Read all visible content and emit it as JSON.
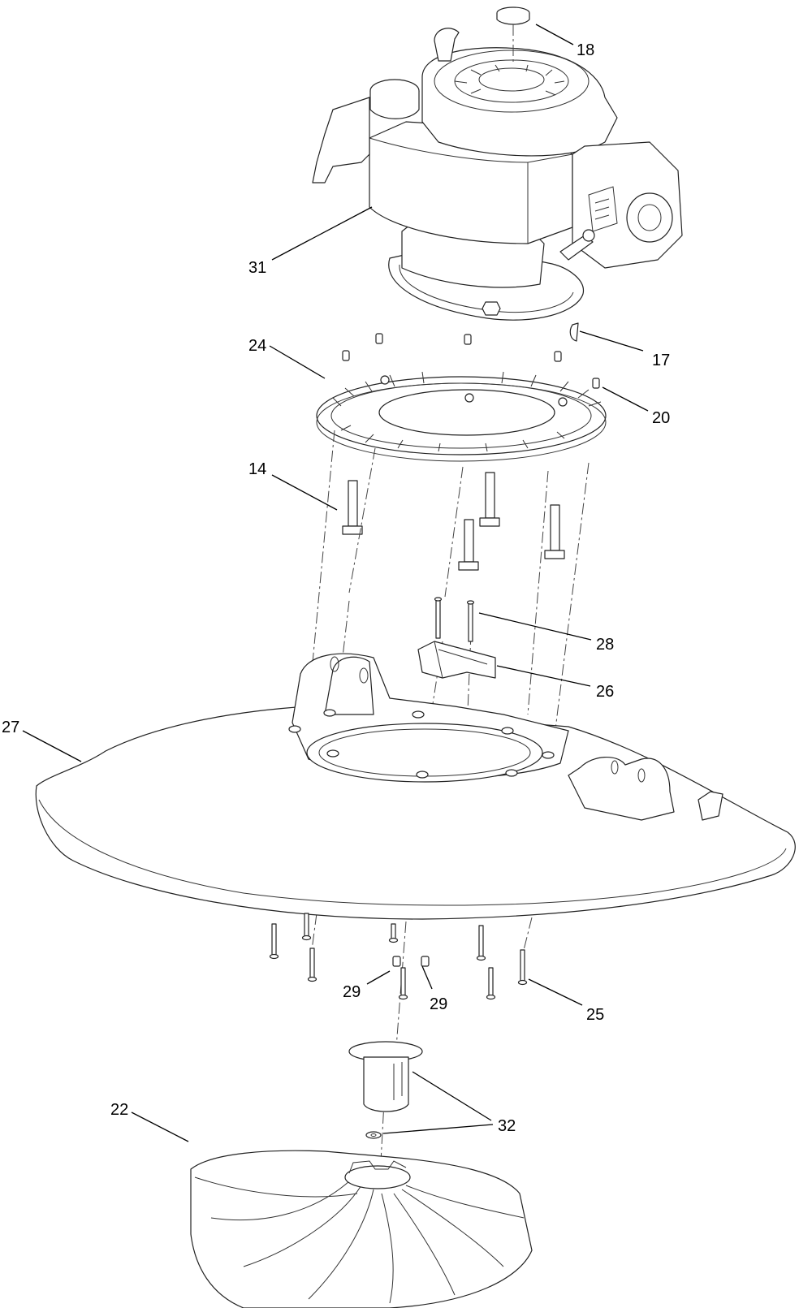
{
  "callouts": [
    {
      "id": "c18",
      "label": "18"
    },
    {
      "id": "c31",
      "label": "31"
    },
    {
      "id": "c17",
      "label": "17"
    },
    {
      "id": "c24",
      "label": "24"
    },
    {
      "id": "c20",
      "label": "20"
    },
    {
      "id": "c14",
      "label": "14"
    },
    {
      "id": "c28",
      "label": "28"
    },
    {
      "id": "c26",
      "label": "26"
    },
    {
      "id": "c27",
      "label": "27"
    },
    {
      "id": "c29a",
      "label": "29"
    },
    {
      "id": "c29b",
      "label": "29"
    },
    {
      "id": "c25",
      "label": "25"
    },
    {
      "id": "c32",
      "label": "32"
    },
    {
      "id": "c22",
      "label": "22"
    }
  ]
}
